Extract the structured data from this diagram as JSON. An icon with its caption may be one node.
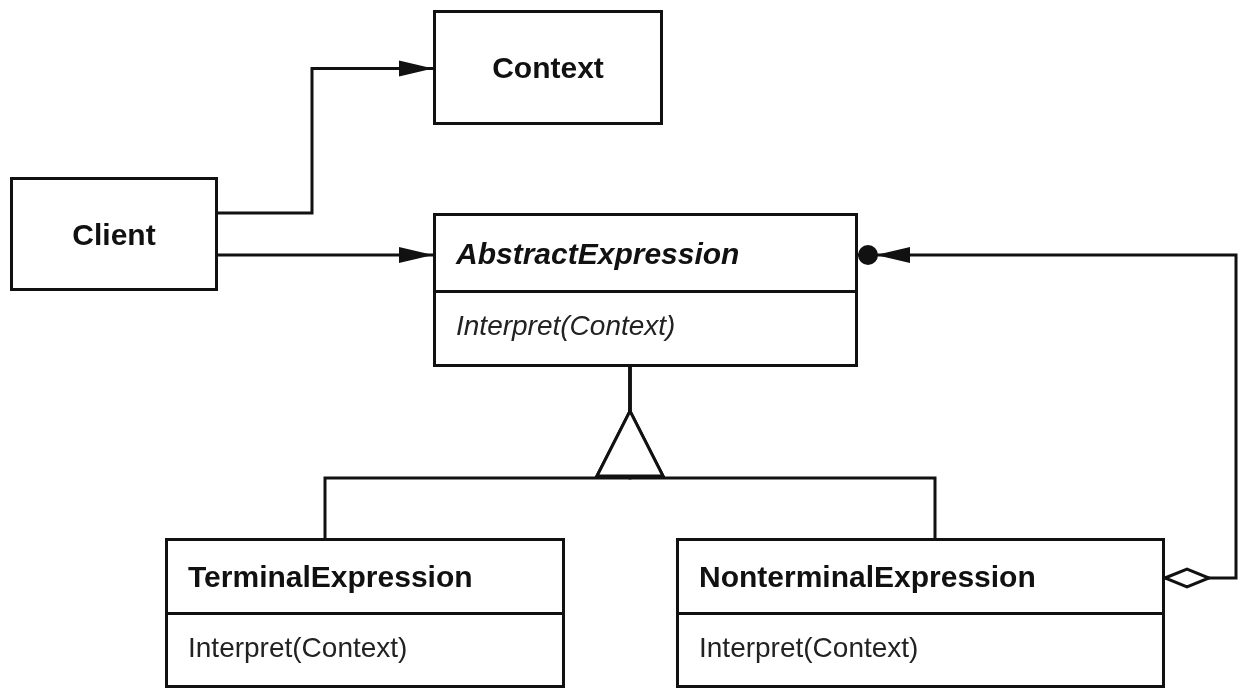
{
  "diagram": {
    "nodes": [
      {
        "text": [
          "Context"
        ]
      },
      {
        "text": [
          "Client"
        ]
      },
      {
        "text": [
          "AbstractExpression",
          "Interpret(Context)"
        ]
      },
      {
        "text": [
          "TerminalExpression",
          "Interpret(Context)"
        ]
      },
      {
        "text": [
          "NonterminalExpression",
          "Interpret(Context)"
        ]
      }
    ],
    "edges": [
      {
        "from": 1,
        "to": 0,
        "arrow": "to"
      },
      {
        "from": 1,
        "to": 2,
        "arrow": "to"
      },
      {
        "from": 3,
        "to": 2,
        "arrow": "to"
      },
      {
        "from": 4,
        "to": 2,
        "arrow": "to"
      },
      {
        "from": 4,
        "to": 2,
        "arrow": "to"
      }
    ]
  }
}
